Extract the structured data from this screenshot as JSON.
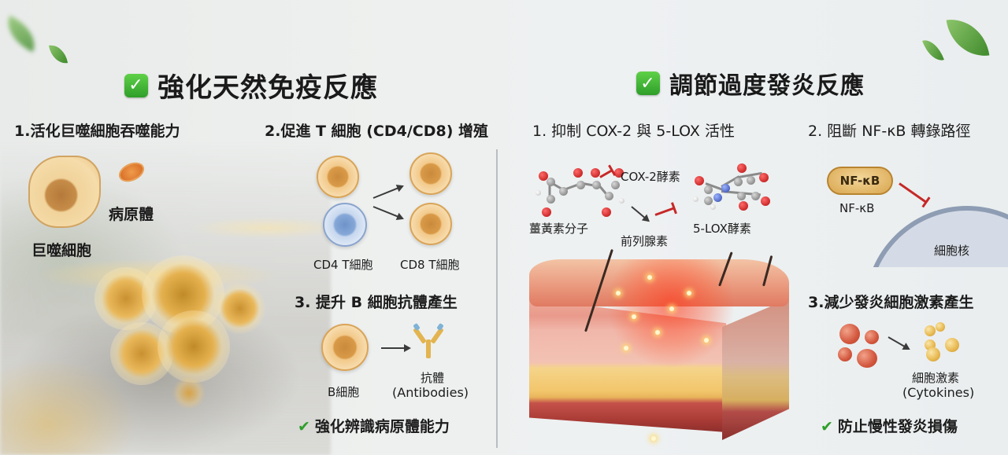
{
  "left_panel": {
    "title": "強化天然免疫反應",
    "title_icon": "check-box-icon",
    "sections": [
      {
        "heading": "1.活化巨噬細胞吞噬能力",
        "labels": {
          "pathogen": "病原體",
          "macrophage": "巨噬細胞"
        }
      },
      {
        "heading": "2.促進 T 細胞 (CD4/CD8) 增殖",
        "labels": {
          "cd4": "CD4 T細胞",
          "cd8": "CD8 T細胞"
        }
      },
      {
        "heading": "3. 提升 B 細胞抗體產生",
        "labels": {
          "b_cell": "B細胞",
          "antibody_zh": "抗體",
          "antibody_en": "(Antibodies)"
        }
      }
    ],
    "conclusion": "強化辨識病原體能力",
    "conclusion_icon": "checkmark-icon"
  },
  "right_panel": {
    "title": "調節過度發炎反應",
    "title_icon": "check-box-icon",
    "sections": [
      {
        "heading": "1. 抑制 COX-2 與 5-LOX 活性",
        "labels": {
          "curcumin": "薑黃素分子",
          "cox2": "COX-2酵素",
          "lox5": "5-LOX酵素",
          "prostaglandin": "前列腺素"
        }
      },
      {
        "heading": "2. 阻斷 NF-κB 轉錄路徑",
        "labels": {
          "nfkb_blob": "NF-κB",
          "nfkb": "NF-κB",
          "nucleus": "細胞核"
        }
      },
      {
        "heading": "3.減少發炎細胞激素產生",
        "labels": {
          "cytokines_zh": "細胞激素",
          "cytokines_en": "(Cytokines)"
        }
      }
    ],
    "conclusion": "防止慢性發炎損傷",
    "conclusion_icon": "checkmark-icon"
  },
  "colors": {
    "check_green": "#2e9e2a",
    "inhibit_red": "#c62828",
    "cell_orange": "#d99a48",
    "cell_blue": "#86a8d8",
    "divider": "#b9bdc0"
  }
}
